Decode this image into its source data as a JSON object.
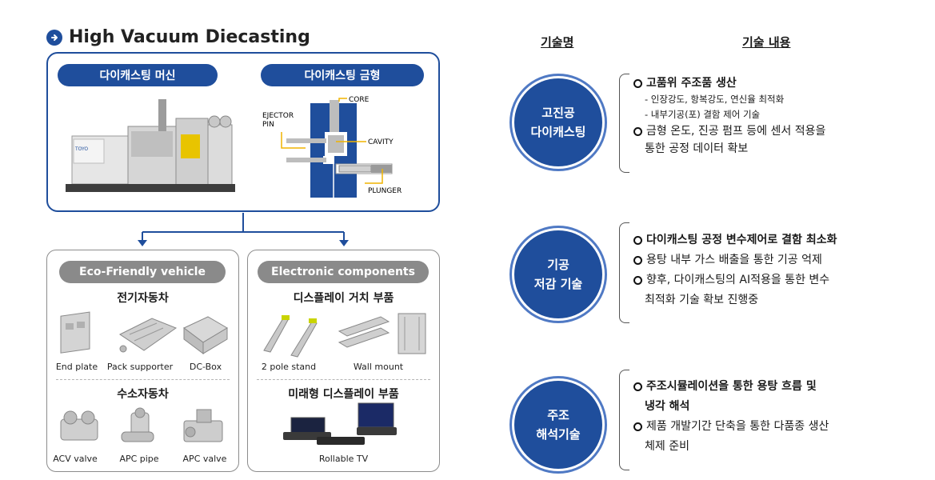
{
  "title": "High Vacuum Diecasting",
  "top": {
    "machine_label": "다이캐스팅 머신",
    "mold_label": "다이캐스팅 금형",
    "machine_plate": "TOYO",
    "diagram": {
      "core": "CORE",
      "ejector_pin_line1": "EJECTOR",
      "ejector_pin_line2": "PIN",
      "cavity": "CAVITY",
      "plunger": "PLUNGER"
    }
  },
  "eco": {
    "header": "Eco-Friendly vehicle",
    "group1_title": "전기자동차",
    "group1_items": [
      "End plate",
      "Pack supporter",
      "DC-Box"
    ],
    "group2_title": "수소자동차",
    "group2_items": [
      "ACV valve",
      "APC pipe",
      "APC valve"
    ]
  },
  "elec": {
    "header": "Electronic components",
    "group1_title": "디스플레이 거치 부품",
    "group1_items": [
      "2 pole stand",
      "Wall mount"
    ],
    "group2_title": "미래형 디스플레이 부품",
    "group2_items": [
      "Rollable TV"
    ]
  },
  "right": {
    "col1_header": "기술명",
    "col2_header": "기술 내용",
    "techs": [
      {
        "name_line1": "고진공",
        "name_line2": "다이캐스팅",
        "bullet1": "고품위 주조품 생산",
        "sub1": "- 인장강도, 항복강도, 연신율 최적화",
        "sub2": "- 내부기공(포) 결함 제어 기술",
        "bullet2": "금형 온도, 진공 펌프 등에 센서 적용을",
        "bullet2_cont": "통한 공정 데이터 확보"
      },
      {
        "name_line1": "기공",
        "name_line2": "저감 기술",
        "bullet1": "다이캐스팅 공정 변수제어로 결함 최소화",
        "bullet2": "용탕 내부 가스 배출을 통한 기공 억제",
        "bullet3": "향후, 다이캐스팅의  AI적용을 통한 변수",
        "bullet3_cont": "최적화 기술 확보 진행중"
      },
      {
        "name_line1": "주조",
        "name_line2": "해석기술",
        "bullet1": "주조시뮬레이션을 통한 용탕 흐름 및",
        "bullet1_cont": "냉각 해석",
        "bullet2": "제품 개발기간 단축을 통한 다품종 생산",
        "bullet2_cont": "체제 준비"
      }
    ]
  },
  "colors": {
    "primary": "#1f4e9c",
    "ring": "#4f79c4",
    "gray_pill": "#8a8a8a",
    "box_border_gray": "#8c8c8c"
  }
}
